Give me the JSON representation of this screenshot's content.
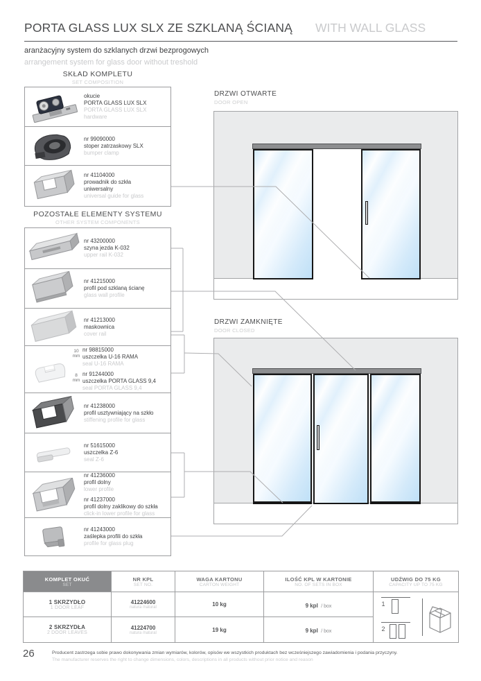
{
  "header": {
    "title": "PORTA GLASS LUX SLX ZE SZKLANĄ ŚCIANĄ",
    "title_en": "WITH WALL GLASS",
    "subtitle_pl": "aranżacyjny system do szklanych drzwi bezprogowych",
    "subtitle_en": "arrangement system for glass door without treshold"
  },
  "set_list": {
    "title": "SKŁAD KOMPLETU",
    "title_en": "SET COMPOSITION",
    "items": [
      {
        "pl": "okucie\nPORTA GLASS LUX SLX",
        "en": "PORTA GLASS LUX SLX\nhardware",
        "icon": "roller-carriage"
      },
      {
        "pl": "nr 99090000\nstoper zatrzaskowy SLX",
        "en": "bumper clamp",
        "icon": "bumper-clamp"
      },
      {
        "pl": "nr 41104000\nprowadnik do szkła\nuniwersalny",
        "en": "universal guide for glass",
        "icon": "glass-guide"
      }
    ]
  },
  "other_list": {
    "title": "POZOSTAŁE ELEMENTY SYSTEMU",
    "title_en": "OTHER SYSTEM COMPONENTS",
    "items": [
      {
        "pl": "nr 43200000\nszyna jezda K-032",
        "en": "upper rail K-032",
        "icon": "upper-rail"
      },
      {
        "pl": "nr 41215000\nprofil pod szklaną ścianę",
        "en": "glass wall profile",
        "icon": "wall-profile"
      },
      {
        "pl": "nr 41213000\nmaskownica",
        "en": "cover rail",
        "icon": "cover-rail"
      },
      {
        "mm1": "10\nmm",
        "pl1": "nr 98815000\nuszczelka U-16 RAMA",
        "en1": "seal U-16 RAMA",
        "mm2": "8\nmm",
        "pl2": "nr 91244000\nuszczelka PORTA GLASS 9,4",
        "en2": "seal PORTA GLASS 9,4",
        "icon": "seal-u16"
      },
      {
        "pl": "nr 41238000\nprofil usztywniający na szkło",
        "en": "stiffening profile for glass",
        "icon": "stiffening-profile"
      },
      {
        "pl": "nr 51615000\nuszczelka Z-6",
        "en": "seal Z-6",
        "icon": "seal-z6"
      },
      {
        "pl1": "nr 41236000\nprofil dolny",
        "en1": "lower profile",
        "pl2": "nr 41237000\nprofil dolny zaklikowy do szkła",
        "en2": "click-in lower profile for glass",
        "icon": "lower-profile"
      },
      {
        "pl": "nr 41243000\nzaślepka profili do szkła",
        "en": "profile for glass plug",
        "icon": "glass-plug"
      }
    ]
  },
  "diagrams": {
    "open": {
      "title": "DRZWI OTWARTE",
      "title_en": "DOOR OPEN"
    },
    "closed": {
      "title": "DRZWI ZAMKNIĘTE",
      "title_en": "DOOR CLOSED"
    }
  },
  "table": {
    "headers": [
      {
        "pl": "KOMPLET OKUĆ",
        "en": "SET"
      },
      {
        "pl": "NR KPL",
        "en": "SET NO."
      },
      {
        "pl": "WAGA KARTONU",
        "en": "CARTON WEIGHT"
      },
      {
        "pl": "ILOŚĆ KPL W KARTONIE",
        "en": "NO. OF SETS IN BOX"
      },
      {
        "pl": "UDŹWIG DO 75 KG",
        "en": "CAPACITY UP TO 75 KG"
      }
    ],
    "rows": [
      {
        "set_pl": "1 SKRZYDŁO",
        "set_en": "1 DOOR LEAF",
        "nr": "41224600",
        "nr_sub": "natura /natural",
        "weight": "10 kg",
        "qty": "9 kpl",
        "qty_unit": "/ box",
        "leaf_count": "1"
      },
      {
        "set_pl": "2 SKRZYDŁA",
        "set_en": "2 DOOR LEAVES",
        "nr": "41224700",
        "nr_sub": "natura /natural",
        "weight": "19 kg",
        "qty": "9 kpl",
        "qty_unit": "/ box",
        "leaf_count": "2"
      }
    ]
  },
  "footer": {
    "page_number": "26",
    "note_pl": "Producent zastrzega sobie prawo dokonywania zmian wymiarów, kolorów, opisów we wszystkich produktach bez wcześniejszego zawiadomienia i podania przyczyny.",
    "note_en": "The manufacturer reserves the right to change dimensions, colors, descriptions in all products without prior notice and reason"
  },
  "colors": {
    "accent_dark": "#4b4c4e",
    "light_gray_text": "#c9cacc",
    "table_header_bg": "#8a8b8d",
    "wall_fill": "#eaebec",
    "rail_fill": "#8d8e90",
    "leader_line": "#aeaeb0"
  }
}
